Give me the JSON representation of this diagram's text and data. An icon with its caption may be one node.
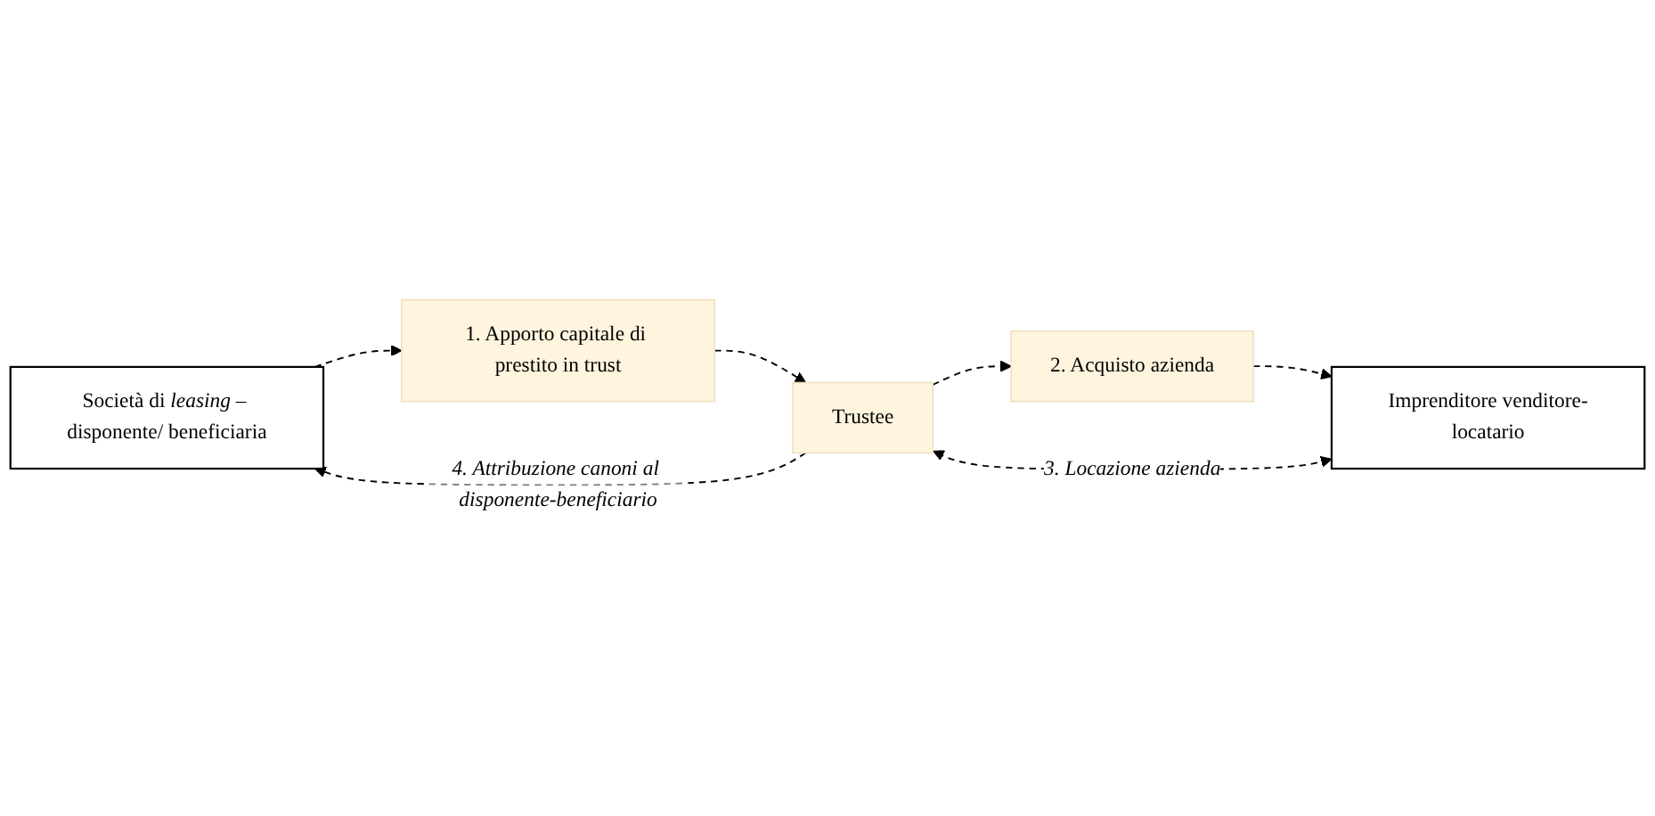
{
  "diagram": {
    "nodes": [
      {
        "text": [
          "Società di *leasing* – disponente/ beneficiaria"
        ]
      },
      {
        "text": [
          "Trustee"
        ]
      },
      {
        "text": [
          "Imprenditore venditore-locatario"
        ]
      },
      {
        "text": [
          "1. Apporto capitale di prestito in trust"
        ]
      },
      {
        "text": [
          "2. Acquisto azienda"
        ]
      }
    ],
    "edges": [
      {
        "from": 0,
        "to": 3,
        "arrow": "to",
        "style": "dashed"
      },
      {
        "from": 3,
        "to": 1,
        "arrow": "to",
        "style": "dashed"
      },
      {
        "from": 1,
        "to": 4,
        "arrow": "to",
        "style": "dashed"
      },
      {
        "from": 4,
        "to": 2,
        "arrow": "to",
        "style": "dashed"
      },
      {
        "from": 1,
        "to": 2,
        "arrow": "both",
        "style": "dashed",
        "label": "3. Locazione azienda"
      },
      {
        "from": 1,
        "to": 0,
        "arrow": "to",
        "style": "dashed",
        "label": "4. Attribuzione canoni al disponente-beneficiario"
      }
    ]
  }
}
